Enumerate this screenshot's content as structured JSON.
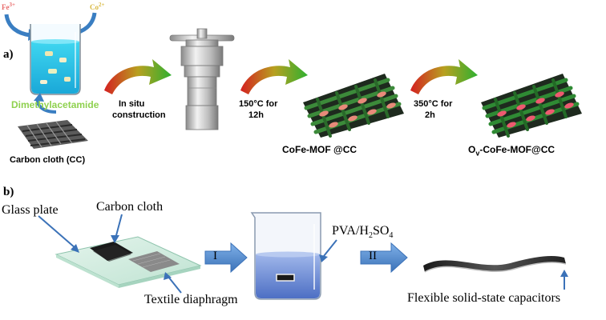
{
  "panel_a": {
    "label": "a)",
    "ion_left_symbol": "Fe",
    "ion_left_charge": "3+",
    "ion_right_symbol": "Co",
    "ion_right_charge": "2+",
    "solvent": "Dimethylacetamide",
    "substrate": "Carbon cloth  (CC)",
    "step1_line1": "In situ",
    "step1_line2": "construction",
    "step2_line1": "150°C for",
    "step2_line2": "12h",
    "step3_line1": "350°C for",
    "step3_line2": "2h",
    "product1": "CoFe-MOF @CC",
    "product2_prefix": "O",
    "product2_sub": "v",
    "product2_suffix": "-CoFe-MOF@CC"
  },
  "panel_b": {
    "label": "b)",
    "glass_plate": "Glass plate",
    "carbon_cloth": "Carbon cloth",
    "textile": "Textile diaphragm",
    "electrolyte_a": "PVA/H",
    "electrolyte_sub1": "2",
    "electrolyte_b": "SO",
    "electrolyte_sub2": "4",
    "step_I": "I",
    "step_II": "II",
    "device": "Flexible solid-state capacitors"
  },
  "colors": {
    "ion_left": "#e86a6a",
    "ion_right": "#d8b840",
    "solvent": "#8fd14f",
    "arrow_blue": "#4b82c3",
    "gradient_start": "#d42020",
    "gradient_end": "#2fb030",
    "electrolyte": "#6f8fd6"
  }
}
